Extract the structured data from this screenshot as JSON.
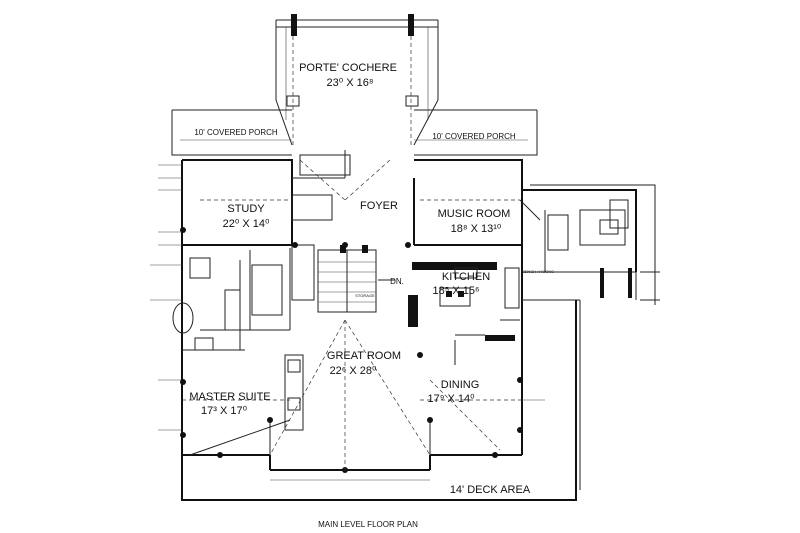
{
  "rooms": {
    "porte_cochere": {
      "name": "PORTE' COCHERE",
      "size": "23⁰ X 16⁸"
    },
    "covered_porch_left": {
      "name": "10' COVERED PORCH"
    },
    "covered_porch_right": {
      "name": "10' COVERED PORCH"
    },
    "study": {
      "name": "STUDY",
      "size": "22⁰ X 14⁰"
    },
    "foyer": {
      "name": "FOYER"
    },
    "music_room": {
      "name": "MUSIC ROOM",
      "size": "18⁸ X 13¹⁰"
    },
    "kitchen": {
      "name": "KITCHEN",
      "size": "18⁵ X 15⁶"
    },
    "great_room": {
      "name": "GREAT ROOM",
      "size": "22⁶ X 28⁰"
    },
    "master_suite": {
      "name": "MASTER SUITE",
      "size": "17³ X 17⁰"
    },
    "dining": {
      "name": "DINING",
      "size": "17⁹ X 14⁰"
    },
    "deck": {
      "name": "14' DECK AREA"
    }
  },
  "notes": {
    "stair_dn": "DN.",
    "storage": "STORAGE",
    "bench_hooks": "BENCH / HOOKS"
  },
  "caption": "MAIN LEVEL FLOOR PLAN"
}
